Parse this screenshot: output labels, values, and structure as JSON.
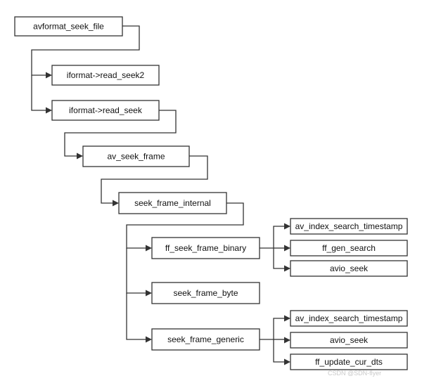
{
  "nodes": {
    "avformat_seek_file": "avformat_seek_file",
    "iformat_read_seek2": "iformat->read_seek2",
    "iformat_read_seek": "iformat->read_seek",
    "av_seek_frame": "av_seek_frame",
    "seek_frame_internal": "seek_frame_internal",
    "ff_seek_frame_binary": "ff_seek_frame_binary",
    "seek_frame_byte": "seek_frame_byte",
    "seek_frame_generic": "seek_frame_generic",
    "binary_av_index_search_timestamp": "av_index_search_timestamp",
    "binary_ff_gen_search": "ff_gen_search",
    "binary_avio_seek": "avio_seek",
    "generic_av_index_search_timestamp": "av_index_search_timestamp",
    "generic_avio_seek": "avio_seek",
    "generic_ff_update_cur_dts": "ff_update_cur_dts"
  },
  "edges": [
    {
      "from": "avformat_seek_file",
      "to": "iformat_read_seek2"
    },
    {
      "from": "avformat_seek_file",
      "to": "iformat_read_seek"
    },
    {
      "from": "iformat_read_seek",
      "to": "av_seek_frame"
    },
    {
      "from": "av_seek_frame",
      "to": "seek_frame_internal"
    },
    {
      "from": "seek_frame_internal",
      "to": "ff_seek_frame_binary"
    },
    {
      "from": "seek_frame_internal",
      "to": "seek_frame_byte"
    },
    {
      "from": "seek_frame_internal",
      "to": "seek_frame_generic"
    },
    {
      "from": "ff_seek_frame_binary",
      "to": "binary_av_index_search_timestamp"
    },
    {
      "from": "ff_seek_frame_binary",
      "to": "binary_ff_gen_search"
    },
    {
      "from": "ff_seek_frame_binary",
      "to": "binary_avio_seek"
    },
    {
      "from": "seek_frame_generic",
      "to": "generic_av_index_search_timestamp"
    },
    {
      "from": "seek_frame_generic",
      "to": "generic_avio_seek"
    },
    {
      "from": "seek_frame_generic",
      "to": "generic_ff_update_cur_dts"
    }
  ],
  "watermark": "CSDN @SDN-flyer"
}
